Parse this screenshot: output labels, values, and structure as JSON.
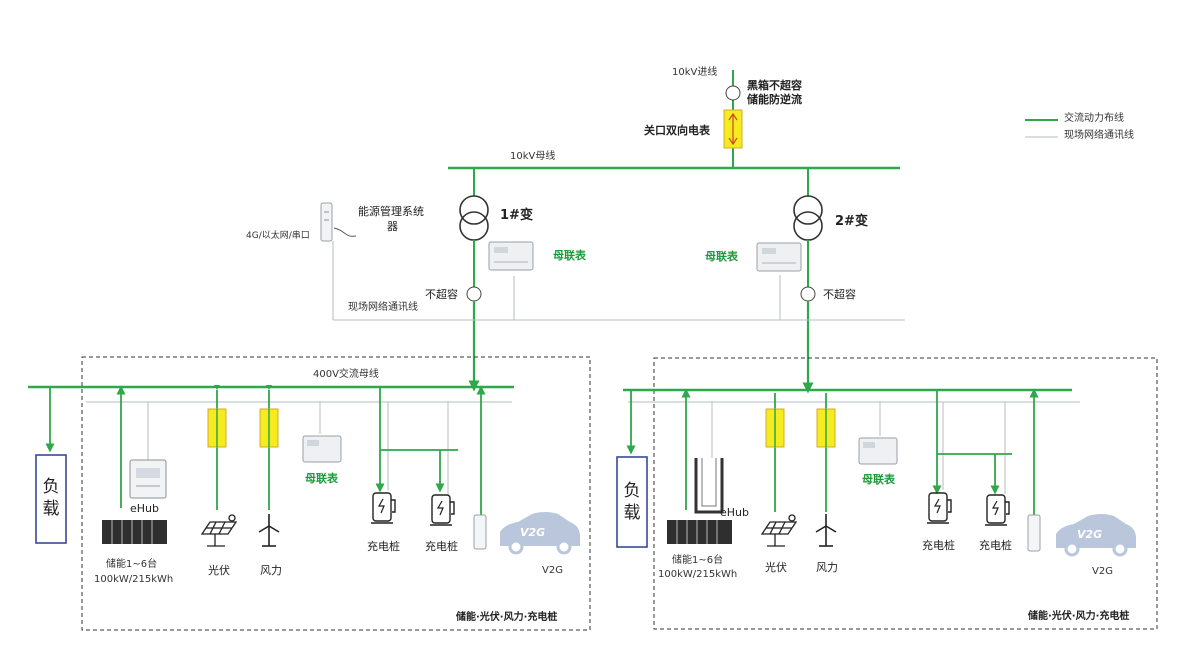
{
  "labels": {
    "incoming_10kv": "10kV进线",
    "top_relay_line1": "黑箱不超容",
    "top_relay_line2": "储能防逆流",
    "gateway_meter": "关口双向电表",
    "bus_10kv": "10kV母线",
    "legend_power": "交流动力布线",
    "legend_comm": "现场网络通讯线",
    "ems_line1": "能源管理系统",
    "ems_line2": "器",
    "ems_uplink": "4G/以太网/串口",
    "transformer1": "1#变",
    "transformer2": "2#变",
    "meter1": "母联表",
    "meter2": "母联表",
    "no_overcap1": "不超容",
    "no_overcap2": "不超容",
    "field_comm": "现场网络通讯线",
    "bus_400v": "400V交流母线",
    "load1": "负载",
    "load2": "负载",
    "ehub1": "eHub",
    "ehub2": "eHub",
    "storage1_line1": "储能1~6台",
    "storage1_line2": "100kW/215kWh",
    "storage2_line1": "储能1~6台",
    "storage2_line2": "100kW/215kWh",
    "pv1": "光伏",
    "pv2": "光伏",
    "wind1": "风力",
    "wind2": "风力",
    "branch_meter1": "母联表",
    "branch_meter2": "母联表",
    "charger1a": "充电桩",
    "charger1b": "充电桩",
    "charger2a": "充电桩",
    "charger2b": "充电桩",
    "v2g1": "V2G",
    "v2g2": "V2G",
    "v2g_badge1": "V2G",
    "v2g_badge2": "V2G",
    "zone1_caption": "储能·光伏·风力·充电桩",
    "zone2_caption": "储能·光伏·风力·充电桩"
  },
  "colors": {
    "power_line": "#2da84a",
    "comm_line": "#b7bcc2",
    "meter_box": "#f5ec1f",
    "load_box": "#2a3f8f",
    "v2g_car": "#b9c6dc"
  }
}
